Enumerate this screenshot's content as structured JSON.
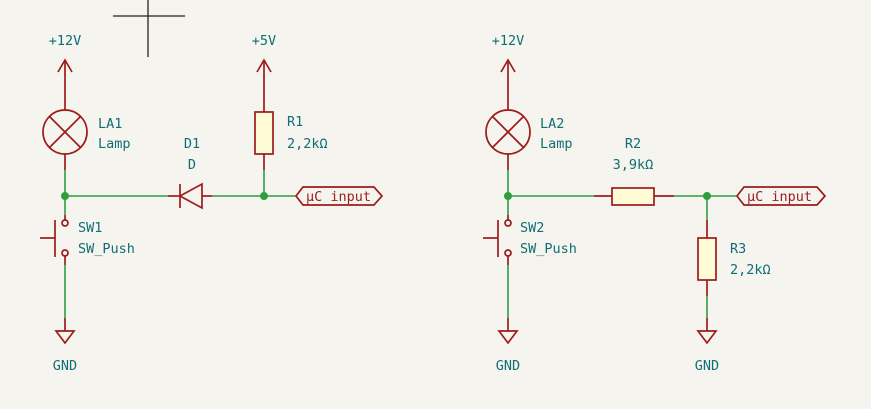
{
  "colors": {
    "background": "#f5f4ef",
    "wire": "#2f9e3f",
    "component": "#9c1c1c",
    "text": "#0f6f74",
    "component_fill": "#fffbd6"
  },
  "left": {
    "power_12v": "+12V",
    "power_5v": "+5V",
    "lamp_ref": "LA1",
    "lamp_value": "Lamp",
    "diode_ref": "D1",
    "diode_value": "D",
    "r1_ref": "R1",
    "r1_value": "2,2kΩ",
    "label": "µC input",
    "switch_ref": "SW1",
    "switch_value": "SW_Push",
    "gnd": "GND"
  },
  "right": {
    "power_12v": "+12V",
    "lamp_ref": "LA2",
    "lamp_value": "Lamp",
    "r2_ref": "R2",
    "r2_value": "3,9kΩ",
    "label": "µC input",
    "switch_ref": "SW2",
    "switch_value": "SW_Push",
    "r3_ref": "R3",
    "r3_value": "2,2kΩ",
    "gnd_switch": "GND",
    "gnd_r3": "GND"
  }
}
